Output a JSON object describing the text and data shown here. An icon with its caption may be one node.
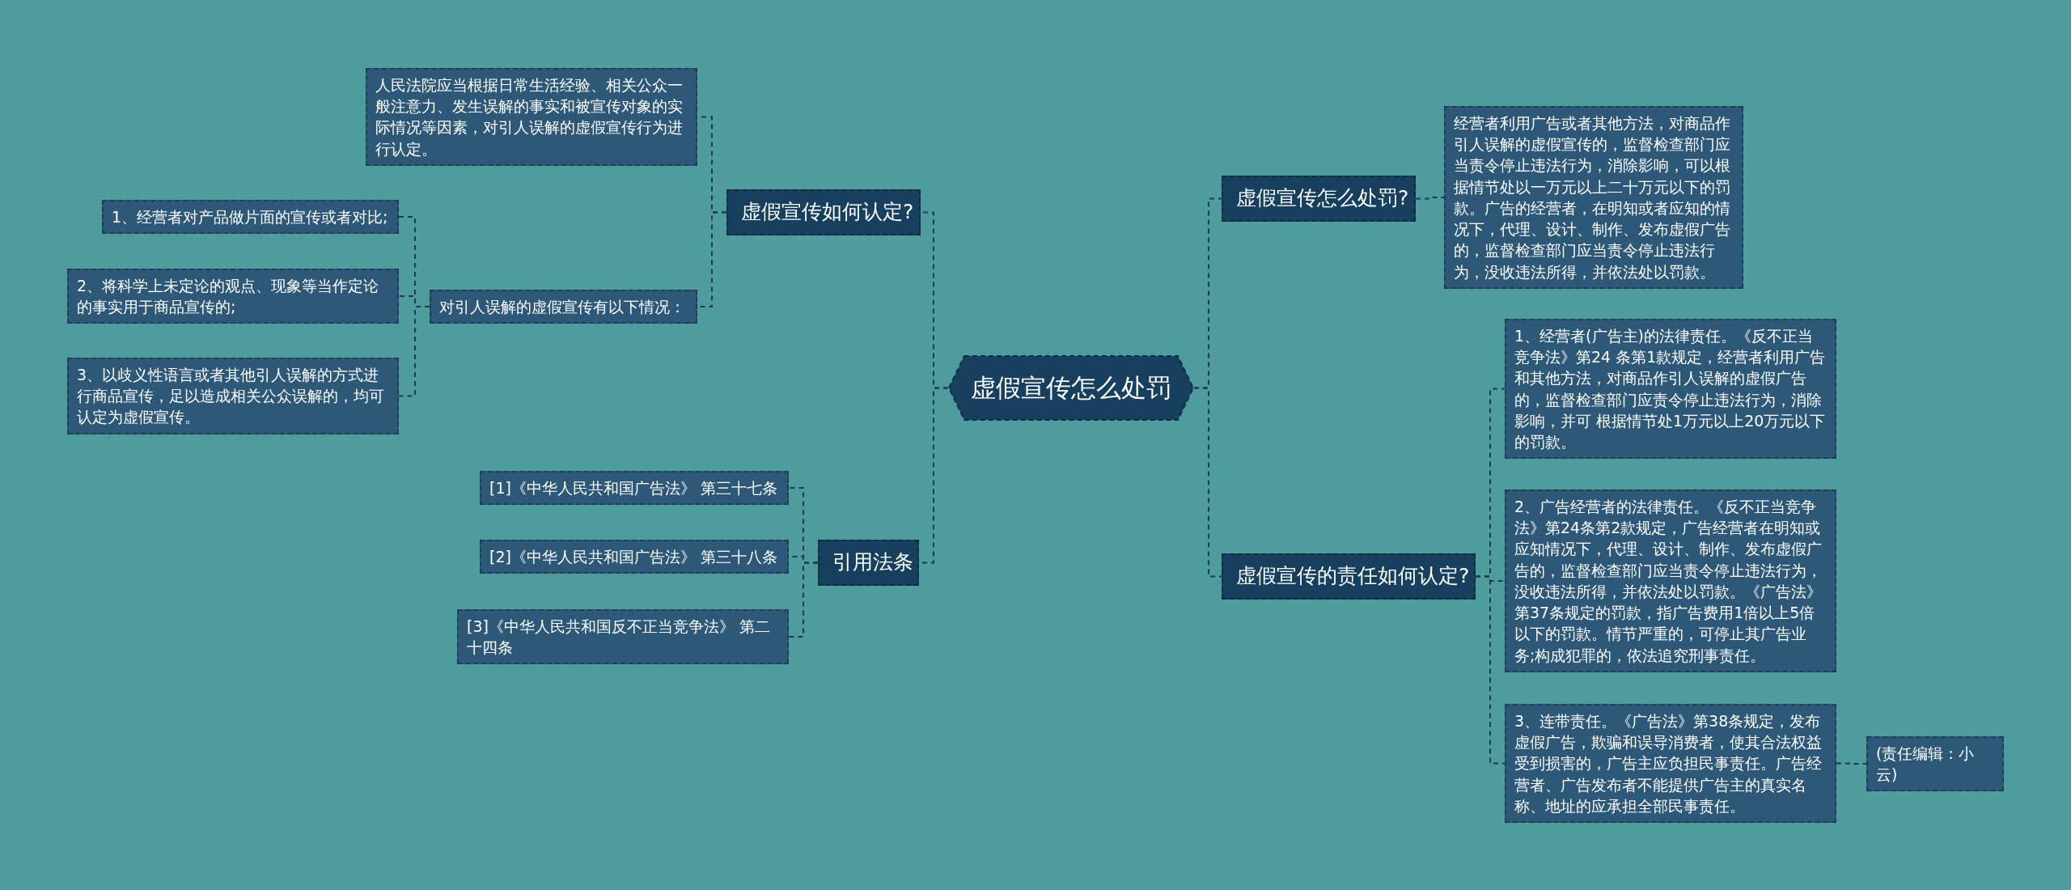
{
  "diagram": {
    "nodes": [
      {
        "text": [
          "虚假宣传怎么处罚"
        ]
      },
      {
        "text": [
          "虚假宣传如何认定?"
        ]
      },
      {
        "text": [
          "人民法院应当根据日常生活经验、相关公众一般注意力、发生误解的事实和被宣传对象的实际情况等因素，对引人误解的虚假宣传行为进行认定。"
        ]
      },
      {
        "text": [
          "对引人误解的虚假宣传有以下情况："
        ]
      },
      {
        "text": [
          "1、经营者对产品做片面的宣传或者对比;"
        ]
      },
      {
        "text": [
          "2、将科学上未定论的观点、现象等当作定论的事实用于商品宣传的;"
        ]
      },
      {
        "text": [
          "3、以歧义性语言或者其他引人误解的方式进行商品宣传，足以造成相关公众误解的，均可认定为虚假宣传。"
        ]
      },
      {
        "text": [
          "引用法条"
        ]
      },
      {
        "text": [
          "[1]《中华人民共和国广告法》 第三十七条"
        ]
      },
      {
        "text": [
          "[2]《中华人民共和国广告法》 第三十八条"
        ]
      },
      {
        "text": [
          "[3]《中华人民共和国反不正当竞争法》 第二十四条"
        ]
      },
      {
        "text": [
          "虚假宣传怎么处罚?"
        ]
      },
      {
        "text": [
          "经营者利用广告或者其他方法，对商品作引人误解的虚假宣传的，监督检查部门应当责令停止违法行为，消除影响，可以根据情节处以一万元以上二十万元以下的罚款。广告的经营者，在明知或者应知的情况下，代理、设计、制作、发布虚假广告的，监督检查部门应当责令停止违法行为，没收违法所得，并依法处以罚款。"
        ]
      },
      {
        "text": [
          "虚假宣传的责任如何认定?"
        ]
      },
      {
        "text": [
          "1、经营者(广告主)的法律责任。《反不正当竞争法》第24 条第1款规定，经营者利用广告和其他方法，对商品作引人误解的虚假广告的，监督检查部门应责令停止违法行为，消除影响，并可 根据情节处1万元以上20万元以下的罚款。"
        ]
      },
      {
        "text": [
          "2、广告经营者的法律责任。《反不正当竞争法》第24条第2款规定，广告经营者在明知或应知情况下，代理、设计、制作、发布虚假广告的，监督检查部门应当责令停止违法行为，没收违法所得，并依法处以罚款。《广告法》第37条规定的罚款，指广告费用1倍以上5倍以下的罚款。情节严重的，可停止其广告业务;构成犯罪的，依法追究刑事责任。"
        ]
      },
      {
        "text": [
          "3、连带责任。《广告法》第38条规定，发布虚假广告，欺骗和误导消费者，使其合法权益受到损害的，广告主应负担民事责任。广告经营者、广告发布者不能提供广告主的真实名称、地址的应承担全部民事责任。"
        ]
      },
      {
        "text": [
          "(责任编辑：小云)"
        ]
      }
    ],
    "edges": [
      {
        "from": 0,
        "to": 1,
        "arrow": "none"
      },
      {
        "from": 1,
        "to": 2,
        "arrow": "none"
      },
      {
        "from": 1,
        "to": 3,
        "arrow": "none"
      },
      {
        "from": 3,
        "to": 4,
        "arrow": "none"
      },
      {
        "from": 3,
        "to": 5,
        "arrow": "none"
      },
      {
        "from": 3,
        "to": 6,
        "arrow": "none"
      },
      {
        "from": 0,
        "to": 7,
        "arrow": "none"
      },
      {
        "from": 7,
        "to": 8,
        "arrow": "none"
      },
      {
        "from": 7,
        "to": 9,
        "arrow": "none"
      },
      {
        "from": 7,
        "to": 10,
        "arrow": "none"
      },
      {
        "from": 0,
        "to": 11,
        "arrow": "none"
      },
      {
        "from": 11,
        "to": 12,
        "arrow": "none"
      },
      {
        "from": 0,
        "to": 13,
        "arrow": "none"
      },
      {
        "from": 13,
        "to": 14,
        "arrow": "none"
      },
      {
        "from": 13,
        "to": 15,
        "arrow": "none"
      },
      {
        "from": 13,
        "to": 16,
        "arrow": "none"
      },
      {
        "from": 16,
        "to": 17,
        "arrow": "none"
      }
    ]
  }
}
